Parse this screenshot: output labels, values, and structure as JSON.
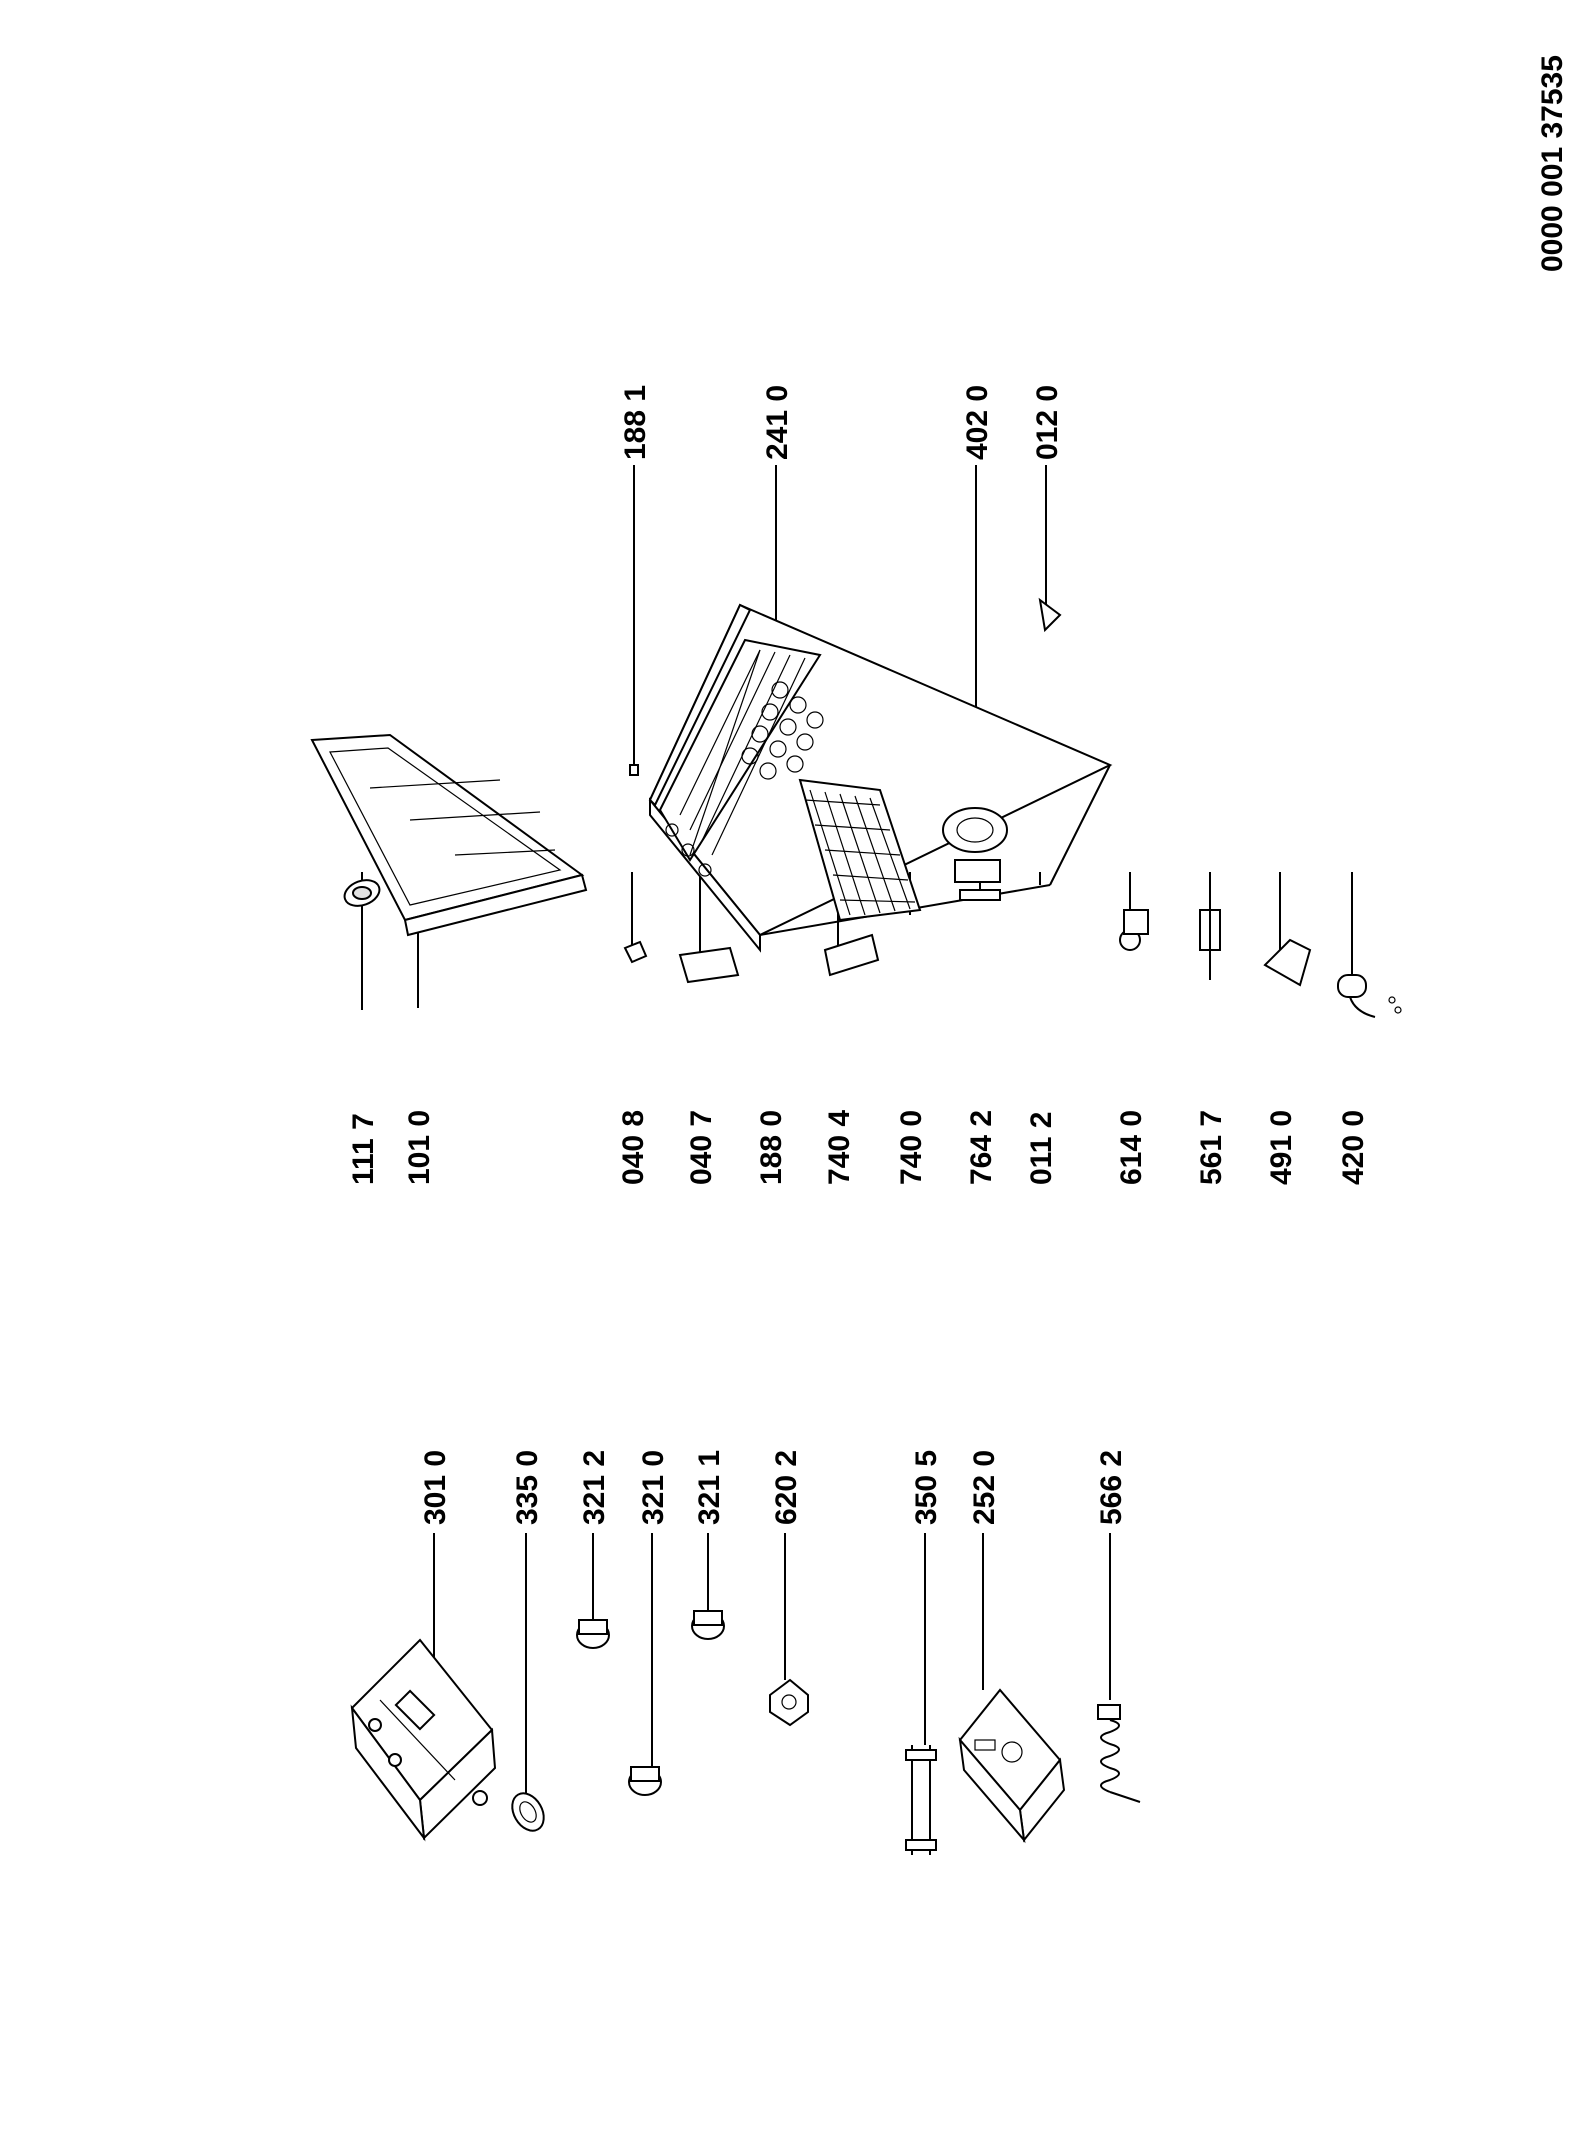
{
  "document_code": "0000 001 37535",
  "callouts": [
    {
      "id": "c3010",
      "text": "301 0"
    },
    {
      "id": "c3350",
      "text": "335 0"
    },
    {
      "id": "c3212",
      "text": "321 2"
    },
    {
      "id": "c3210",
      "text": "321 0"
    },
    {
      "id": "c3211",
      "text": "321 1"
    },
    {
      "id": "c6202",
      "text": "620 2"
    },
    {
      "id": "c3505",
      "text": "350 5"
    },
    {
      "id": "c2520",
      "text": "252 0"
    },
    {
      "id": "c5662",
      "text": "566 2"
    },
    {
      "id": "c1117",
      "text": "111 7"
    },
    {
      "id": "c1010",
      "text": "101 0"
    },
    {
      "id": "c0408",
      "text": "040 8"
    },
    {
      "id": "c0407",
      "text": "040 7"
    },
    {
      "id": "c1880",
      "text": "188 0"
    },
    {
      "id": "c7404",
      "text": "740 4"
    },
    {
      "id": "c7400",
      "text": "740 0"
    },
    {
      "id": "c7642",
      "text": "764 2"
    },
    {
      "id": "c0112",
      "text": "011 2"
    },
    {
      "id": "c6140",
      "text": "614 0"
    },
    {
      "id": "c5617",
      "text": "561 7"
    },
    {
      "id": "c4910",
      "text": "491 0"
    },
    {
      "id": "c4200",
      "text": "420 0"
    },
    {
      "id": "c1881",
      "text": "188 1"
    },
    {
      "id": "c2410",
      "text": "241 0"
    },
    {
      "id": "c4020",
      "text": "402 0"
    },
    {
      "id": "c0120",
      "text": "012 0"
    }
  ]
}
